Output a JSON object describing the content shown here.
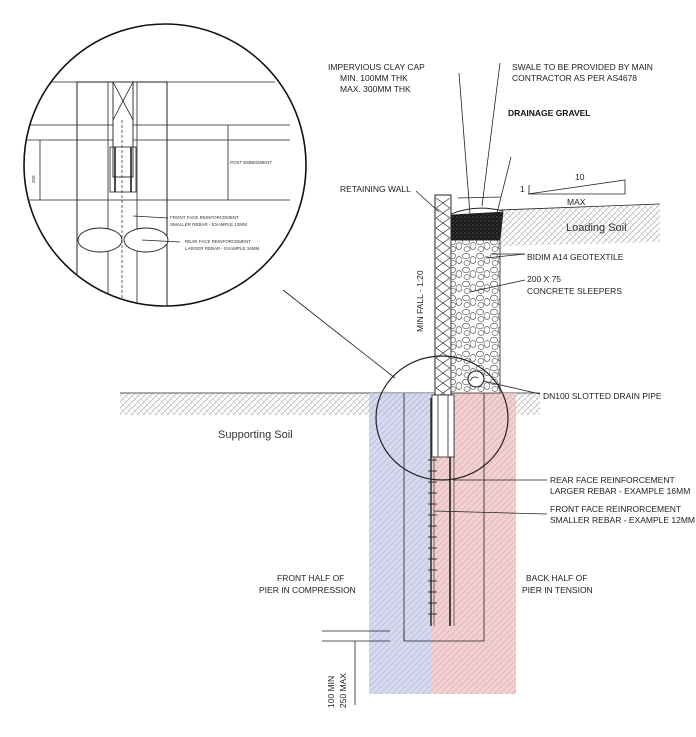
{
  "labels": {
    "clay_cap_1": "IMPERVIOUS CLAY CAP",
    "clay_cap_2": "MIN. 100mm THK",
    "clay_cap_3": "MAX. 300mm THK",
    "swale_1": "SWALE TO BE PROVIDED BY MAIN",
    "swale_2": "CONTRACTOR AS PER AS4678",
    "drainage_gravel": "DRAINAGE GRAVEL",
    "retaining_wall": "RETAINING WALL",
    "slope_run": "10",
    "slope_rise": "1",
    "slope_max": "MAX",
    "loading_soil": "Loading Soil",
    "geotextile": "BIDIM A14 GEOTEXTILE",
    "sleepers_1": "200 X 75",
    "sleepers_2": "CONCRETE SLEEPERS",
    "min_fall": "MIN FALL - 1:20",
    "drain_pipe": "DN100 SLOTTED DRAIN PIPE",
    "supporting_soil": "Supporting Soil",
    "rear_reo_1": "REAR FACE REINFORCEMENT",
    "rear_reo_2": "LARGER REBAR - EXAMPLE 16MM",
    "front_reo_1": "FRONT FACE REINRORCEMENT",
    "front_reo_2": "SMALLER REBAR - EXAMPLE 12MM",
    "front_half_1": "FRONT HALF OF",
    "front_half_2": "PIER IN COMPRESSION",
    "back_half_1": "BACK HALF OF",
    "back_half_2": "PIER IN TENSION",
    "base_1": "100 MIN",
    "base_2": "250 MAX"
  },
  "detail": {
    "dim_250": "250",
    "post_embedment": "POST EMBEDMENT",
    "front_reo_1": "FRONT FACE REINFORCEMENT",
    "front_reo_2": "SMALLER REBAR - EXAMPLE 12MM",
    "rear_reo_1": "REAR FACE REINFORCEMENT",
    "rear_reo_2": "LARGER REBAR - EXAMPLE 16MM"
  },
  "colors": {
    "compression_zone": "#c9cdf0",
    "tension_zone": "#f6c4c4",
    "hatch": "#b0b0b0",
    "line": "#222222"
  }
}
